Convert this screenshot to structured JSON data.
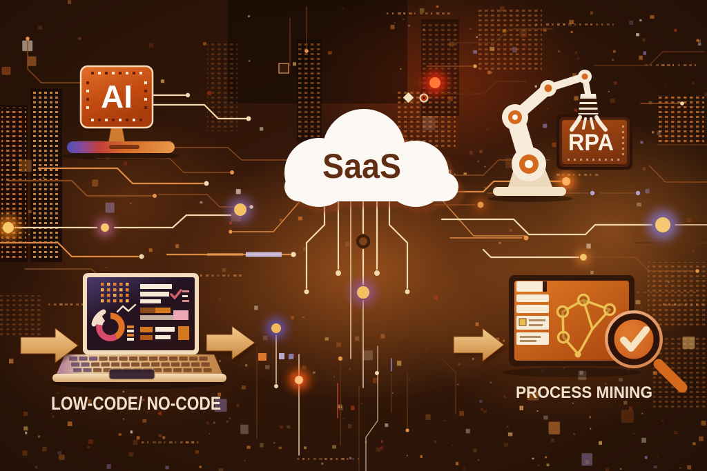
{
  "scene": {
    "description": "Digital illustration: SaaS cloud connected by circuit traces to AI, RPA, low-code and process-mining technologies on a dark orange circuit-board city background",
    "background_color": "#241106"
  },
  "nodes": {
    "ai": {
      "label": "AI"
    },
    "saas": {
      "label": "SaaS"
    },
    "rpa": {
      "label": "RPA"
    },
    "low_code": {
      "label": "LOW-CODE/ NO-CODE"
    },
    "process_mining": {
      "label": "PROCESS MINING"
    }
  },
  "icons": {
    "ai_monitor": "desktop monitor with AI chip screen",
    "saas_cloud": "white cloud",
    "rpa_robot_arm": "robot arm holding RPA sign",
    "low_code_laptop": "laptop showing analytics dashboard",
    "process_mining_panel": "document panel with node graph",
    "magnifier_check": "magnifying glass with checkmark",
    "flow_arrow": "right-pointing arrow"
  },
  "colors": {
    "cloud_fill": "#fcf8f3",
    "cloud_text": "#5f2e14",
    "label_text": "#f2e2cc",
    "accent_cream": "#f4d8ae",
    "accent_orange": "#e0812f",
    "accent_yellow": "#f2c468",
    "panel_orange": "#c85c14",
    "deep_brown": "#2e1408"
  }
}
